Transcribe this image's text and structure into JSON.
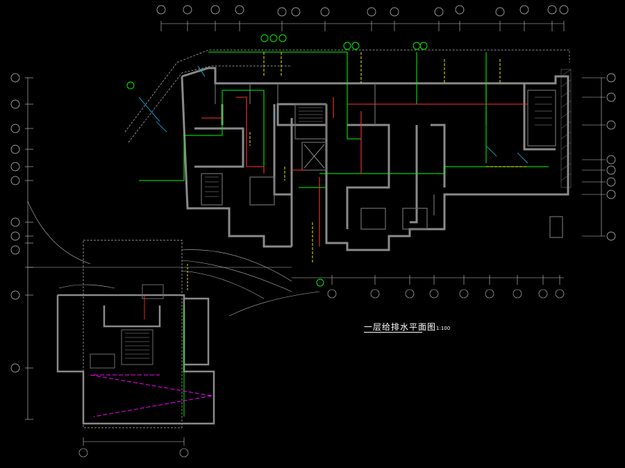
{
  "drawing": {
    "title": "一层给排水平面图",
    "scale": "1:100"
  },
  "colors": {
    "background": "#000000",
    "wall": "#8a8a8a",
    "dimension": "#ffffff",
    "axis": "#b0b0b0",
    "water_supply": "#00ff00",
    "hot_water": "#ff3030",
    "drainage": "#ffff00",
    "fire": "#00c8ff",
    "hatch": "#ff00ff",
    "grid_bubble": "#cfcfcf"
  },
  "icons": [
    "axis-bubble",
    "fire-riser-symbol",
    "stair-hatch",
    "elevator-cross"
  ]
}
